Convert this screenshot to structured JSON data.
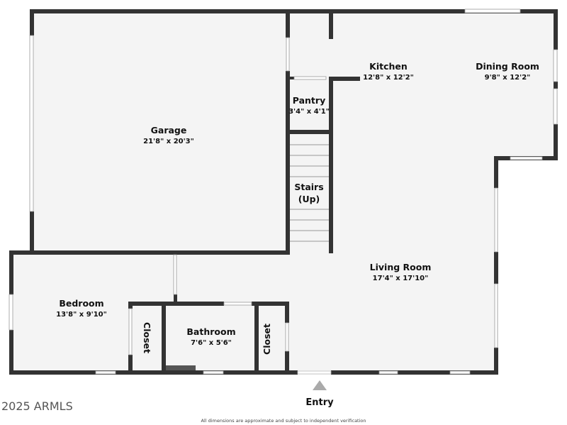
{
  "rooms": {
    "garage": {
      "name": "Garage",
      "dims": "21'8\" x 20'3\""
    },
    "kitchen": {
      "name": "Kitchen",
      "dims": "12'8\" x 12'2\""
    },
    "dining": {
      "name": "Dining Room",
      "dims": "9'8\" x 12'2\""
    },
    "pantry": {
      "name": "Pantry",
      "dims": "3'4\" x 4'1\""
    },
    "stairs": {
      "name": "Stairs",
      "note": "(Up)"
    },
    "living": {
      "name": "Living Room",
      "dims": "17'4\" x 17'10\""
    },
    "bedroom": {
      "name": "Bedroom",
      "dims": "13'8\" x 9'10\""
    },
    "bathroom": {
      "name": "Bathroom",
      "dims": "7'6\" x 5'6\""
    },
    "closet1": {
      "name": "Closet"
    },
    "closet2": {
      "name": "Closet"
    }
  },
  "entry": "Entry",
  "watermark": "2025 ARMLS",
  "disclaimer": "All dimensions are approximate and subject to independent verification",
  "colors": {
    "wall": "#333333",
    "floor": "#f4f4f4",
    "entry_arrow": "#aaaaaa"
  }
}
